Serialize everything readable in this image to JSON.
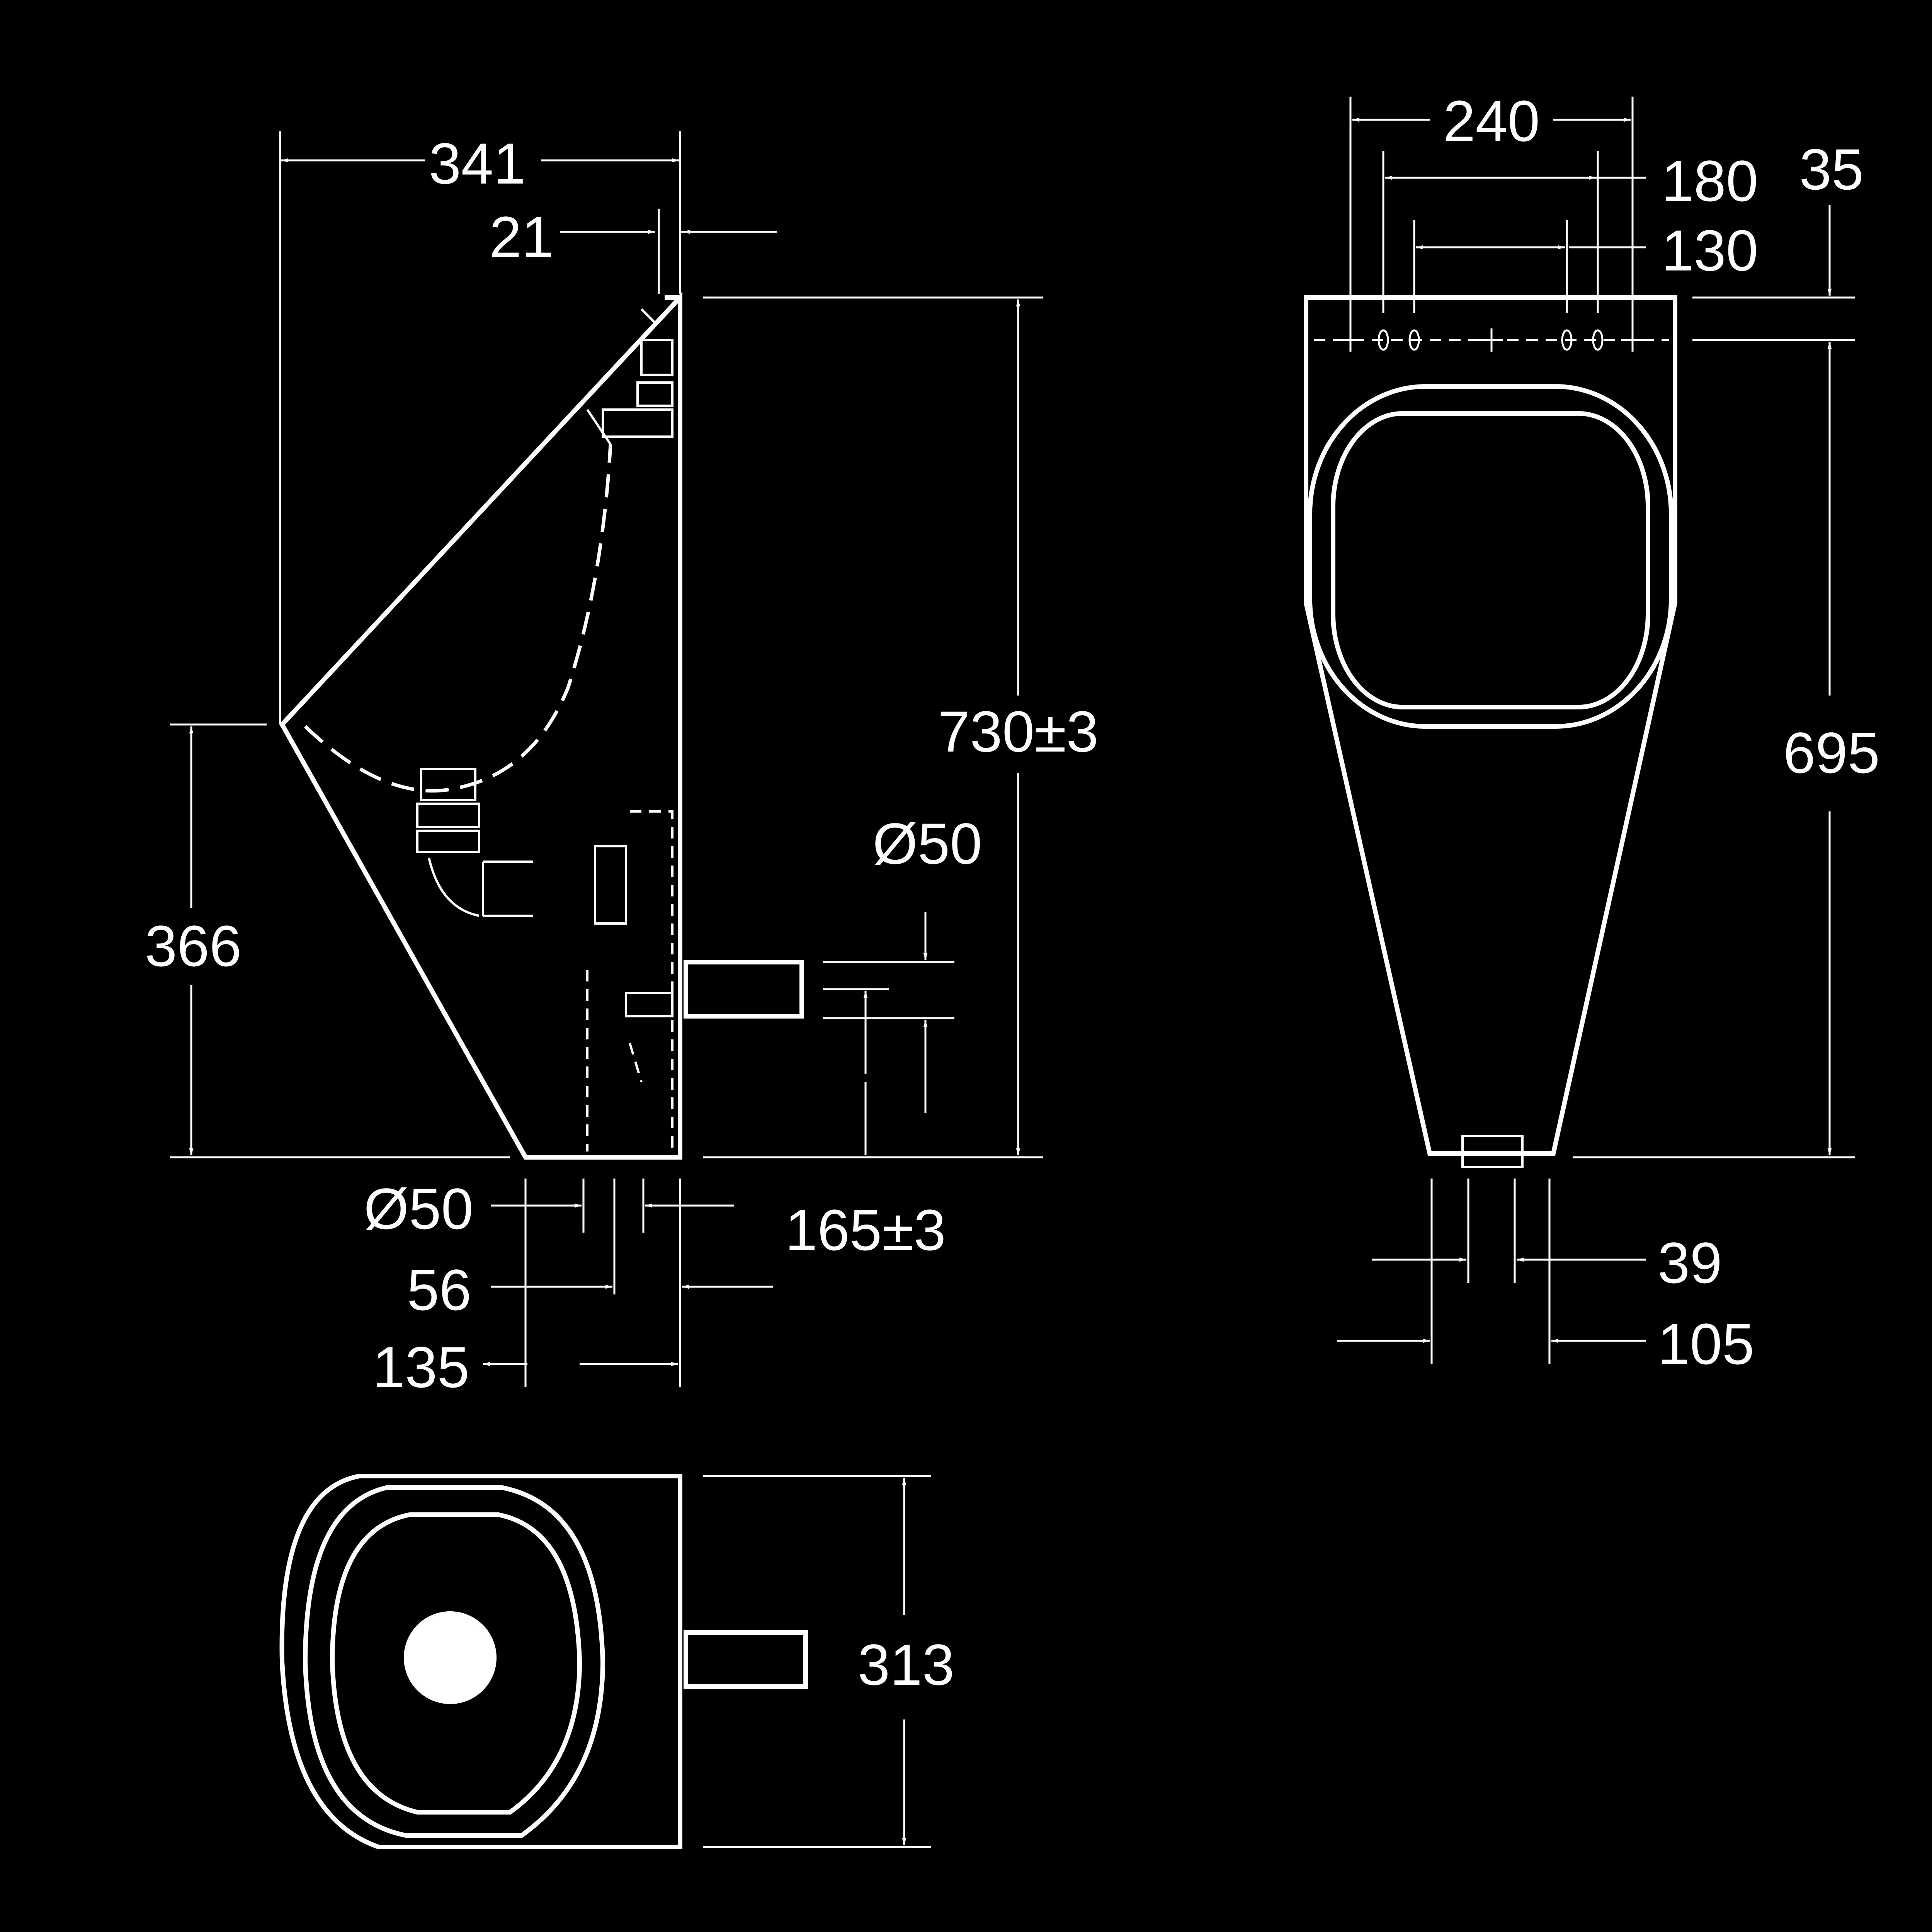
{
  "side_view": {
    "width": "341",
    "wall_offset": "21",
    "height": "730±3",
    "inlet_height": "366",
    "outlet_diameter": "Ø50",
    "outlet_height": "165±3",
    "bottom_outlet_diameter": "Ø50",
    "bottom_outlet_offset": "56",
    "base_depth": "135"
  },
  "front_view": {
    "width": "240",
    "fixing_outer": "180",
    "fixing_inner": "130",
    "top_offset": "35",
    "height": "695",
    "outlet_width": "39",
    "base_width": "105"
  },
  "top_view": {
    "depth": "313"
  },
  "colors": {
    "background": "#000000",
    "lines": "#ffffff"
  }
}
